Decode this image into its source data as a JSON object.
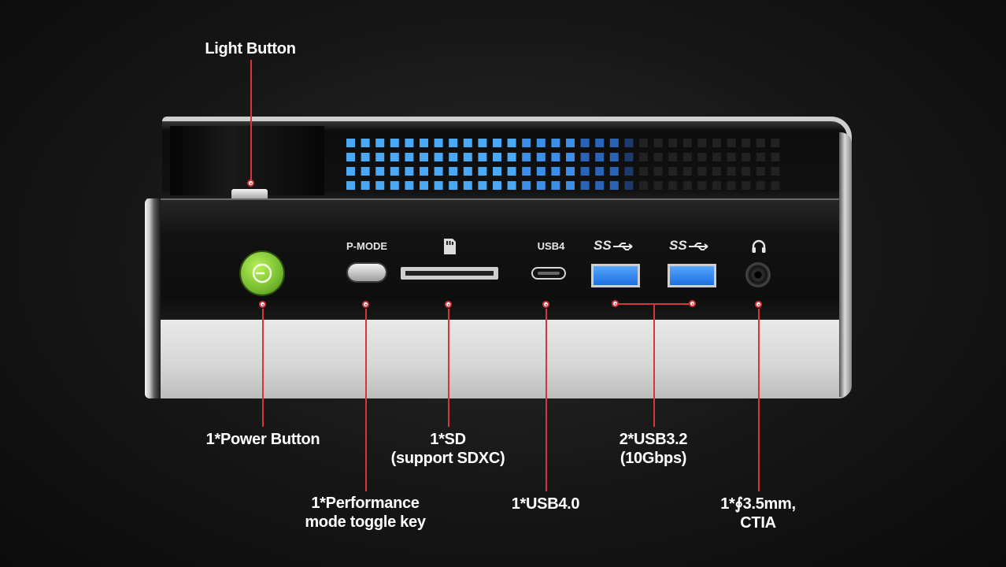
{
  "labels": {
    "light_button": "Light Button",
    "power_button": "1*Power Button",
    "performance_key": [
      "1*Performance",
      "mode toggle key"
    ],
    "sd": [
      "1*SD",
      "(support SDXC)"
    ],
    "usb4": "1*USB4.0",
    "usb32": [
      "2*USB3.2",
      "(10Gbps)"
    ],
    "audio": [
      "1*∮3.5mm,",
      "CTIA"
    ]
  },
  "device": {
    "pmode_text": "P-MODE",
    "usb4_text": "USB4",
    "ss_logo": "SS"
  },
  "icons": [
    "power-icon",
    "sd-card-icon",
    "usb-ss-icon",
    "headphone-icon"
  ],
  "colors": {
    "accent_line": "#d8343b",
    "power_button": "#7bc233",
    "usb_port": "#2f86f0",
    "vent_light": "#3aa0f5"
  }
}
